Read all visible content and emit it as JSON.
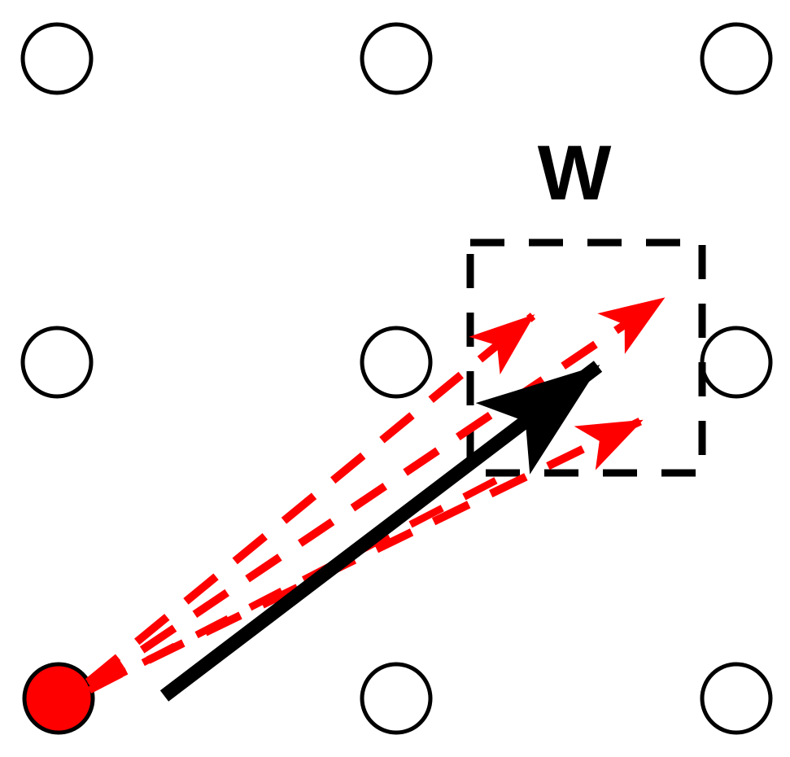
{
  "diagram": {
    "label_w": "W",
    "colors": {
      "node_outline": "#000000",
      "source_node": "#ff0000",
      "main_arrow": "#000000",
      "sample_arrows": "#ff0000",
      "window_box": "#000000",
      "background": "#ffffff"
    },
    "grid": {
      "rows": 3,
      "cols": 3,
      "filled_node": "bottom-left"
    },
    "sample_arrow_count": 4,
    "main_arrow_count": 1
  }
}
